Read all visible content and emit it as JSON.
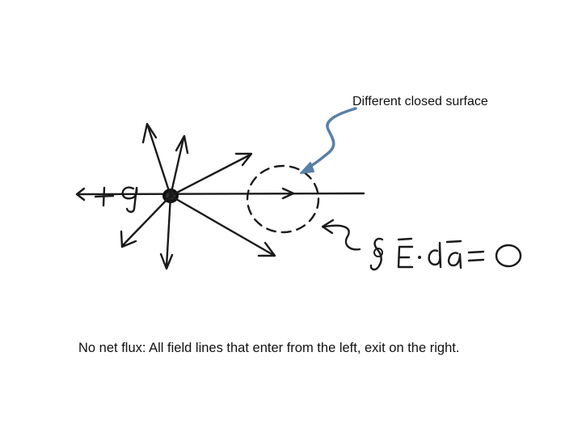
{
  "diagram": {
    "surface_label": "Different closed surface",
    "charge_label": "+q",
    "flux_equation": "∮Ē·dā=0",
    "caption": "No net flux:  All field lines that enter from the left, exit on the right.",
    "colors": {
      "pointer_arrow": "#5b7fa6",
      "ink": "#1a1a1a"
    }
  }
}
